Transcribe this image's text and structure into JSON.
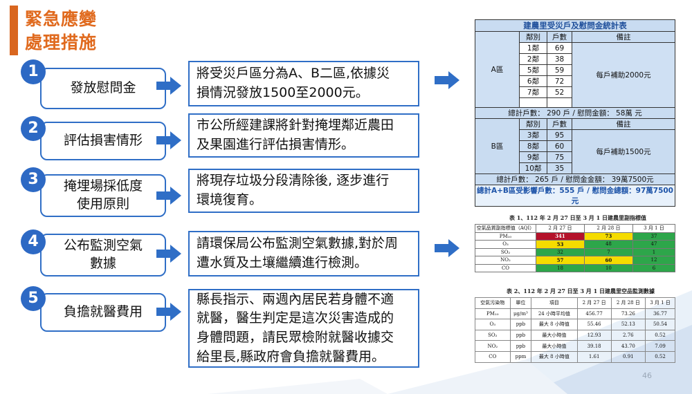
{
  "title": {
    "line1": "緊急應變",
    "line2": "處理措施"
  },
  "steps": [
    {
      "num": "1",
      "label_lines": [
        "發放慰問金"
      ],
      "desc_lines": [
        "將受災戶區分為A、B二區,依據災",
        "損情況發放1500至2000元。"
      ]
    },
    {
      "num": "2",
      "label_lines": [
        "評估損害情形"
      ],
      "desc_lines": [
        "市公所經建課將針對掩埋鄰近農田",
        "及果園進行評估損害情形。"
      ]
    },
    {
      "num": "3",
      "label_lines": [
        "掩埋場採低度",
        "使用原則"
      ],
      "desc_lines": [
        "將現存垃圾分段清除後, 逐步進行",
        "環境復育。"
      ]
    },
    {
      "num": "4",
      "label_lines": [
        "公布監測空氣",
        "數據"
      ],
      "desc_lines": [
        "請環保局公布監測空氣數據,對於周",
        "遭水質及土壤繼續進行檢測。"
      ]
    },
    {
      "num": "5",
      "label_lines": [
        "負擔就醫費用"
      ],
      "desc_lines": [
        "縣長指示、兩週內居民若身體不適",
        "就醫，醫生判定是這次災害造成的",
        "身體問題，請民眾檢附就醫收據交",
        "給里長,縣政府會負擔就醫費用。"
      ]
    }
  ],
  "relief_table": {
    "title": "建農里受災戶及慰問金統計表",
    "headers": [
      "鄰別",
      "戶數",
      "備註"
    ],
    "zone_a": {
      "name": "A區",
      "rows": [
        [
          "1鄰",
          "69"
        ],
        [
          "2鄰",
          "38"
        ],
        [
          "5鄰",
          "59"
        ],
        [
          "6鄰",
          "72"
        ],
        [
          "7鄰",
          "52"
        ]
      ],
      "note": "每戶補助2000元",
      "total": "總計戶數： 290 戶    /    慰問金額：    58萬 元"
    },
    "zone_b": {
      "name": "B區",
      "rows": [
        [
          "3鄰",
          "95"
        ],
        [
          "8鄰",
          "60"
        ],
        [
          "9鄰",
          "75"
        ],
        [
          "10鄰",
          "35"
        ]
      ],
      "note": "每戶補助1500元",
      "total": "總計戶數：  265 戶   /     慰問金金額：  39萬7500元"
    },
    "grand_total": "總計A+B區受影響戶數：555 戶 / 慰問金總額：97萬7500元"
  },
  "aqi_table": {
    "caption": "表 1、112 年 2 月 27 日至 3 月 1 日建農里副指標值",
    "headers": [
      "空氣品質副指標值（AQI）",
      "2 月 27 日",
      "2 月 28 日",
      "3 月 1 日"
    ],
    "rows": [
      {
        "name": "PM₁₀",
        "values": [
          "341",
          "73",
          "37"
        ],
        "colors": [
          "red",
          "yellow",
          "green"
        ]
      },
      {
        "name": "O₃",
        "values": [
          "53",
          "48",
          "47"
        ],
        "colors": [
          "yellow",
          "green",
          "green"
        ]
      },
      {
        "name": "SO₂",
        "values": [
          "32",
          "7",
          "1"
        ],
        "colors": [
          "green",
          "green",
          "green"
        ]
      },
      {
        "name": "NO₂",
        "values": [
          "57",
          "60",
          "12"
        ],
        "colors": [
          "yellow",
          "yellow",
          "green"
        ]
      },
      {
        "name": "CO",
        "values": [
          "18",
          "10",
          "6"
        ],
        "colors": [
          "green",
          "green",
          "green"
        ]
      }
    ]
  },
  "monitor_table": {
    "caption": "表 2、112 年 2 月 27 日至 3 月 1 日建農里空品監測數據",
    "headers": [
      "空氣污染物",
      "單位",
      "項目",
      "2 月 27 日",
      "2 月 28 日",
      "3 月 1 日"
    ],
    "rows": [
      [
        "PM₁₀",
        "μg/m³",
        "24 小時平均值",
        "456.77",
        "73.26",
        "36.77"
      ],
      [
        "O₃",
        "ppb",
        "最大 8 小時值",
        "55.46",
        "52.13",
        "50.54"
      ],
      [
        "SO₂",
        "ppb",
        "最大小時值",
        "12.93",
        "2.76",
        "0.52"
      ],
      [
        "NO₂",
        "ppb",
        "最大小時值",
        "39.18",
        "43.70",
        "7.09"
      ],
      [
        "CO",
        "ppm",
        "最大 8 小時值",
        "1.61",
        "0.91",
        "0.52"
      ]
    ]
  },
  "page_number": "46",
  "colors": {
    "accent": "#d9661f",
    "title": "#e06a1e",
    "blue": "#2f6ec6",
    "badge": "#2d69c4"
  }
}
